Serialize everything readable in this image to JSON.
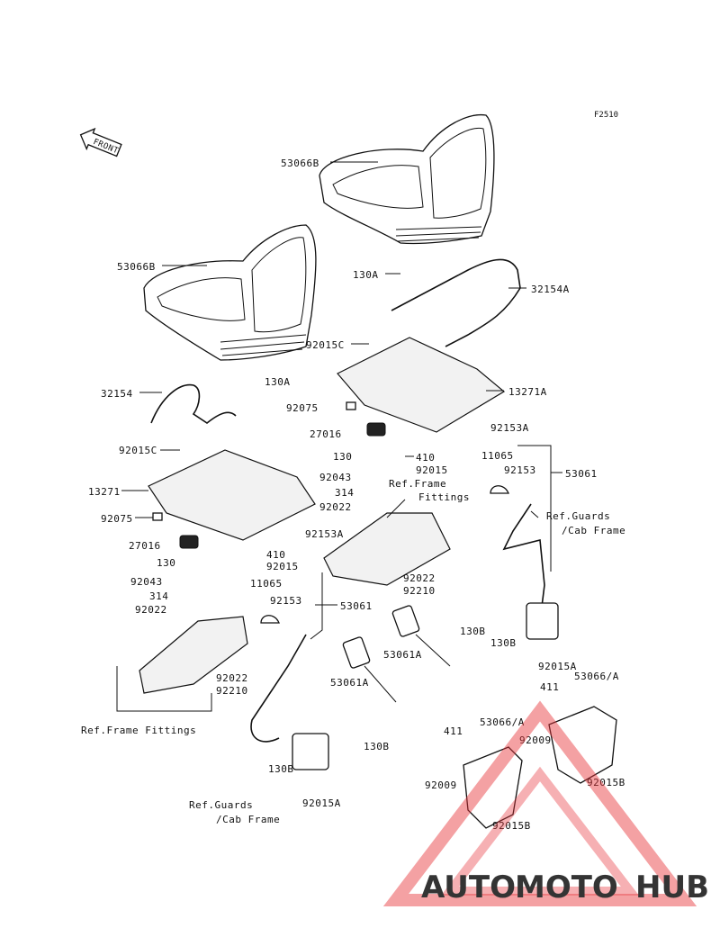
{
  "figure_code": "F2510",
  "front_label": "FRONT",
  "labels": {
    "l_53066B_top": "53066B",
    "l_53066B_left": "53066B",
    "l_130A_r": "130A",
    "l_32154A": "32154A",
    "l_92015C_r": "92015C",
    "l_13271A": "13271A",
    "l_92075_r": "92075",
    "l_27016_r": "27016",
    "l_130_r": "130",
    "l_92153A_r": "92153A",
    "l_410_r": "410",
    "l_92015_r": "92015",
    "l_32154": "32154",
    "l_130A_l": "130A",
    "l_92015C_l": "92015C",
    "l_13271": "13271",
    "l_92075_l": "92075",
    "l_27016_l": "27016",
    "l_130_l": "130",
    "l_92153A_l": "92153A",
    "l_410_l": "410",
    "l_92015_l": "92015",
    "l_92043_m": "92043",
    "l_314_m": "314",
    "l_92022_m": "92022",
    "l_ref_frame_1a": "Ref.Frame",
    "l_ref_frame_1b": "Fittings",
    "l_92022_m2": "92022",
    "l_92210_m": "92210",
    "l_11065_r": "11065",
    "l_92153_r": "92153",
    "l_53061_r": "53061",
    "l_ref_guards_1a": "Ref.Guards",
    "l_ref_guards_1b": "/Cab Frame",
    "l_92043_l": "92043",
    "l_314_l": "314",
    "l_92022_l": "92022",
    "l_11065_l": "11065",
    "l_92153_l": "92153",
    "l_53061_l": "53061",
    "l_92022_l2": "92022",
    "l_92210_l": "92210",
    "l_ref_frame_2": "Ref.Frame Fittings",
    "l_53061A_m": "53061A",
    "l_130B_m": "130B",
    "l_130B_r": "130B",
    "l_92015A_r": "92015A",
    "l_53066A_r": "53066/A",
    "l_411_r": "411",
    "l_53066A_m": "53066/A",
    "l_92009_r": "92009",
    "l_92015B_r": "92015B",
    "l_53061A_l": "53061A",
    "l_130B_l": "130B",
    "l_411_l": "411",
    "l_92009_l": "92009",
    "l_92015B_l": "92015B",
    "l_130B_l2": "130B",
    "l_92015A_l": "92015A",
    "l_ref_guards_2a": "Ref.Guards",
    "l_ref_guards_2b": "/Cab Frame"
  },
  "watermark": {
    "part1": "AUTO",
    "part2": "MOTO",
    "part3": "HUB",
    "colors": {
      "auto": "#f5b73a",
      "moto": "#e8343a",
      "hub": "#6b6b6b",
      "triangle": "#e8343a"
    }
  }
}
